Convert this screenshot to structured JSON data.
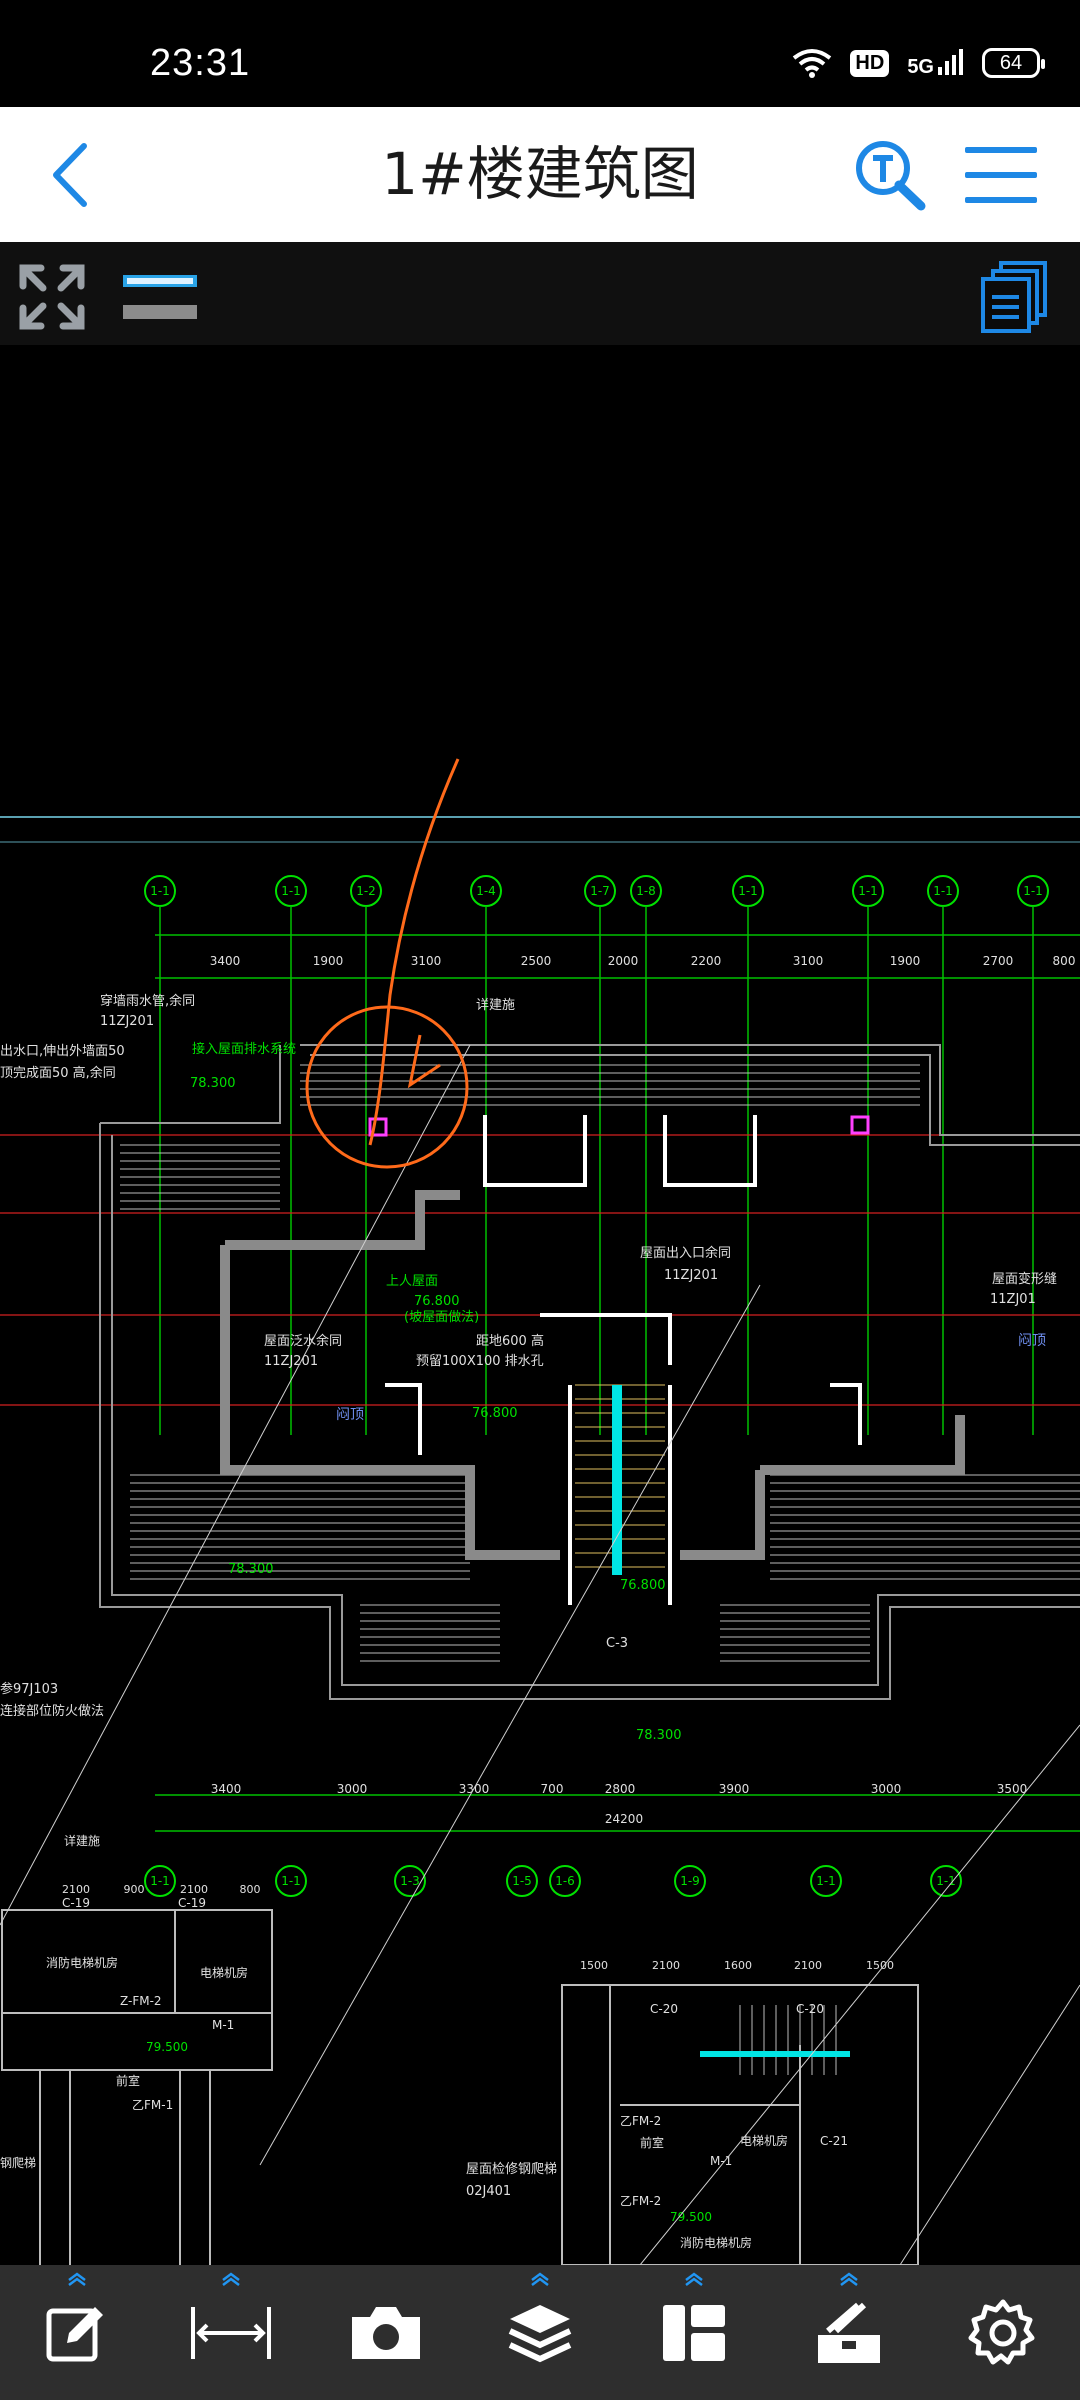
{
  "status": {
    "time": "23:31",
    "hd": "HD",
    "network": "5G",
    "battery": "64"
  },
  "header": {
    "title": "1#楼建筑图"
  },
  "toolbar_top": {
    "icons": [
      "fullscreen-icon",
      "line-style-icon",
      "layout-pages-icon"
    ]
  },
  "drawing": {
    "axis_top": [
      "1-1",
      "1-1",
      "1-2",
      "1-4",
      "1-7",
      "1-8",
      "1-1",
      "1-1",
      "1-1",
      "1-1"
    ],
    "dims_top": [
      "3400",
      "1900",
      "3100",
      "2500",
      "2000",
      "2200",
      "3100",
      "1900",
      "2700",
      "800"
    ],
    "dims_bottom": [
      "3400",
      "3000",
      "3300",
      "700",
      "2800",
      "3900",
      "3000",
      "3500"
    ],
    "dim_total": "24200",
    "axis_bottom": [
      "1-1",
      "1-1",
      "1-3",
      "1-5",
      "1-6",
      "1-9",
      "1-1",
      "1-1"
    ],
    "labels": [
      "穿墙雨水管,余同",
      "11ZJ201",
      "接入屋面排水系统",
      "详建施",
      "出水口,伸出外墙面50",
      "顶完成面50 高,余同",
      "78.300",
      "屋面出入口余同",
      "11ZJ201",
      "屋面变形缝",
      "11ZJ01",
      "上人屋面",
      "76.800",
      "(坡屋面做法)",
      "屋面泛水余同",
      "11ZJ201",
      "距地600 高",
      "预留100X100 排水孔",
      "闷顶",
      "76.800",
      "闷顶",
      "78.300",
      "76.800",
      "C-3",
      "78.300",
      "参97J103",
      "连接部位防火做法",
      "详建施",
      "Z-FM-2",
      "电梯机房",
      "M-1",
      "乙FM-1",
      "79.500",
      "前室",
      "消防电梯机房",
      "钢爬梯",
      "屋面检修钢爬梯",
      "02J401",
      "C-20",
      "C-20",
      "乙FM-2",
      "前室",
      "电梯机房",
      "M-1",
      "C-21",
      "乙FM-2",
      "79.500",
      "消防电梯机房",
      "C-19",
      "C-19",
      "1500",
      "2100",
      "1600",
      "2100",
      "1500",
      "2100",
      "900",
      "2100",
      "800"
    ]
  },
  "bottom_bar": {
    "items": [
      "edit-icon",
      "measure-icon",
      "camera-icon",
      "layers-icon",
      "layout-icon",
      "tools-icon",
      "settings-icon"
    ]
  },
  "colors": {
    "title_icon_blue": "#1e88e5",
    "cad_green": "#00ff00",
    "cad_cyan": "#00e5e5",
    "cad_red": "#ff2a2a",
    "cad_grey": "#9a9a9a",
    "markup_orange": "#ff6a1a"
  }
}
